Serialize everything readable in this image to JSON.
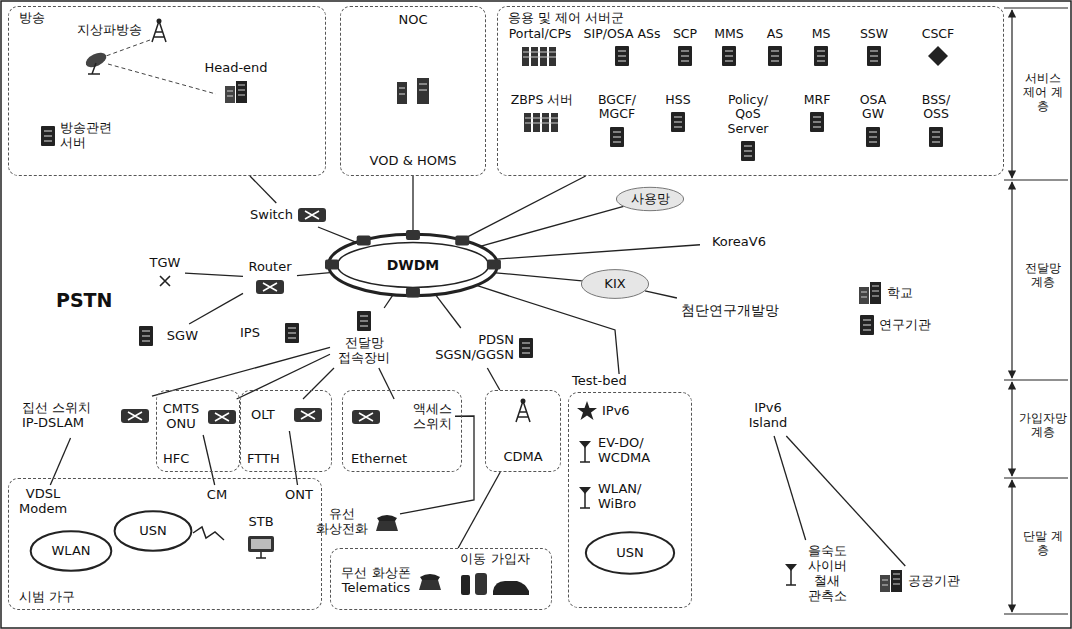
{
  "diagram": {
    "nodes": [
      {
        "text": [
          "방송"
        ]
      },
      {
        "text": [
          "지상파방송"
        ],
        "in": 0
      },
      {
        "text": [
          "Head-end"
        ],
        "in": 0
      },
      {
        "text": [
          "방송관련 서버"
        ],
        "in": 0
      },
      {
        "text": [
          "NOC",
          "VOD & HOMS"
        ]
      },
      {
        "text": [
          "응용 및 제어 서버군"
        ]
      },
      {
        "text": [
          "Portal/CPs"
        ],
        "in": 5
      },
      {
        "text": [
          "SIP/OSA ASs"
        ],
        "in": 5
      },
      {
        "text": [
          "SCP"
        ],
        "in": 5
      },
      {
        "text": [
          "MMS"
        ],
        "in": 5
      },
      {
        "text": [
          "AS"
        ],
        "in": 5
      },
      {
        "text": [
          "MS"
        ],
        "in": 5
      },
      {
        "text": [
          "SSW"
        ],
        "in": 5
      },
      {
        "text": [
          "CSCF"
        ],
        "in": 5
      },
      {
        "text": [
          "ZBPS 서버"
        ],
        "in": 5
      },
      {
        "text": [
          "BGCF/ MGCF"
        ],
        "in": 5
      },
      {
        "text": [
          "HSS"
        ],
        "in": 5
      },
      {
        "text": [
          "Policy/ QoS Server"
        ],
        "in": 5
      },
      {
        "text": [
          "MRF"
        ],
        "in": 5
      },
      {
        "text": [
          "OSA GW"
        ],
        "in": 5
      },
      {
        "text": [
          "BSS/ OSS"
        ],
        "in": 5
      },
      {
        "text": [
          "Switch"
        ]
      },
      {
        "text": [
          "DWDM"
        ]
      },
      {
        "text": [
          "Router"
        ]
      },
      {
        "text": [
          "TGW"
        ]
      },
      {
        "text": [
          "SGW"
        ]
      },
      {
        "text": [
          "IPS"
        ]
      },
      {
        "text": [
          "전달망 접속장비"
        ]
      },
      {
        "text": [
          "PDSN SGSN/GGSN"
        ]
      },
      {
        "text": [
          "사용망"
        ]
      },
      {
        "text": [
          "KoreaV6"
        ]
      },
      {
        "text": [
          "KIX"
        ]
      },
      {
        "text": [
          "첨단연구개발망"
        ]
      },
      {
        "text": [
          "학교"
        ]
      },
      {
        "text": [
          "연구기관"
        ]
      },
      {
        "text": [
          "집선 스위치 IP-DSLAM"
        ]
      },
      {
        "text": [
          "HFC"
        ]
      },
      {
        "text": [
          "CMTS ONU"
        ],
        "in": 36
      },
      {
        "text": [
          "FTTH"
        ]
      },
      {
        "text": [
          "OLT"
        ],
        "in": 38
      },
      {
        "text": [
          "Ethernet"
        ]
      },
      {
        "text": [
          "액세스 스위치"
        ],
        "in": 40
      },
      {
        "text": [
          "CDMA"
        ]
      },
      {
        "text": [
          "Test-bed"
        ]
      },
      {
        "text": [
          "IPv6"
        ],
        "in": 43
      },
      {
        "text": [
          "EV-DO/ WCDMA"
        ],
        "in": 43
      },
      {
        "text": [
          "WLAN/ WiBro"
        ],
        "in": 43
      },
      {
        "text": [
          "USN"
        ],
        "in": 43
      },
      {
        "text": [
          "IPv6 Island"
        ]
      },
      {
        "text": [
          "을숙도 사이버 철새 관측소"
        ]
      },
      {
        "text": [
          "공공기관"
        ]
      },
      {
        "text": [
          "시범 가구"
        ]
      },
      {
        "text": [
          "VDSL Modem"
        ],
        "in": 51
      },
      {
        "text": [
          "CM"
        ],
        "in": 51
      },
      {
        "text": [
          "ONT"
        ],
        "in": 51
      },
      {
        "text": [
          "WLAN"
        ],
        "in": 51
      },
      {
        "text": [
          "USN"
        ],
        "in": 51
      },
      {
        "text": [
          "STB"
        ],
        "in": 51
      },
      {
        "text": [
          "유선 화상전화"
        ]
      },
      {
        "text": [
          "이동 가입자"
        ]
      },
      {
        "text": [
          "무선 화상폰 Telematics"
        ],
        "in": 59
      }
    ],
    "edges": [
      {
        "from": 0,
        "to": 21,
        "arrow": "none"
      },
      {
        "from": 21,
        "to": 22,
        "arrow": "none"
      },
      {
        "from": 4,
        "to": 22,
        "arrow": "none"
      },
      {
        "from": 5,
        "to": 22,
        "arrow": "none"
      },
      {
        "from": 22,
        "to": 29,
        "arrow": "none"
      },
      {
        "from": 22,
        "to": 30,
        "arrow": "none"
      },
      {
        "from": 22,
        "to": 31,
        "arrow": "none"
      },
      {
        "from": 31,
        "to": 32,
        "arrow": "none"
      },
      {
        "from": 22,
        "to": 23,
        "arrow": "none"
      },
      {
        "from": 24,
        "to": 23,
        "arrow": "none"
      },
      {
        "from": 25,
        "to": 23,
        "arrow": "none"
      },
      {
        "from": 22,
        "to": 27,
        "arrow": "none"
      },
      {
        "from": 22,
        "to": 28,
        "arrow": "none"
      },
      {
        "from": 22,
        "to": 43,
        "arrow": "none"
      },
      {
        "from": 27,
        "to": 35,
        "arrow": "none"
      },
      {
        "from": 27,
        "to": 37,
        "arrow": "none"
      },
      {
        "from": 27,
        "to": 39,
        "arrow": "none"
      },
      {
        "from": 27,
        "to": 41,
        "arrow": "none"
      },
      {
        "from": 28,
        "to": 42,
        "arrow": "none"
      },
      {
        "from": 35,
        "to": 52,
        "arrow": "none"
      },
      {
        "from": 37,
        "to": 53,
        "arrow": "none"
      },
      {
        "from": 39,
        "to": 54,
        "arrow": "none"
      },
      {
        "from": 41,
        "to": 58,
        "arrow": "none"
      },
      {
        "from": 42,
        "to": 59,
        "arrow": "none"
      },
      {
        "from": 48,
        "to": 49,
        "arrow": "none"
      },
      {
        "from": 48,
        "to": 50,
        "arrow": "none"
      }
    ],
    "labels": [
      "PSTN",
      "서비스 제어 계층",
      "전달망 계층",
      "가입자망 계층",
      "단말 계층"
    ]
  }
}
